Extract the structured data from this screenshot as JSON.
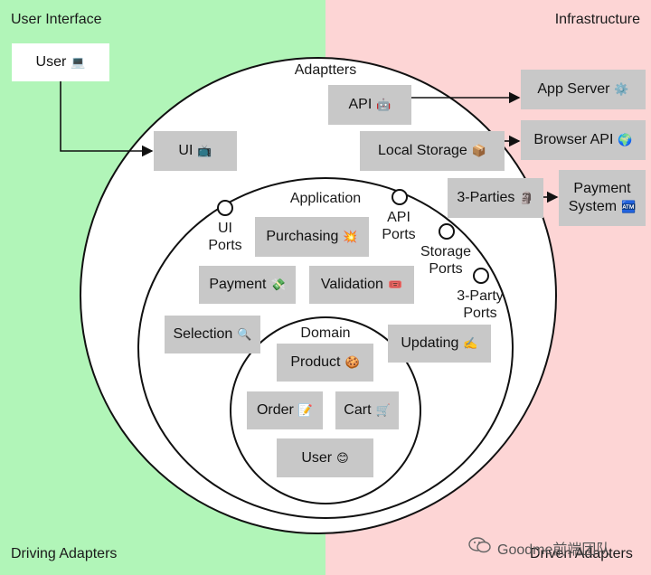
{
  "zones": {
    "user_interface": "User Interface",
    "infrastructure": "Infrastructure",
    "driving_adapters": "Driving Adapters",
    "driven_adapters": "Driven Adapters"
  },
  "rings": {
    "adapters": "Adaptters",
    "application": "Application",
    "domain": "Domain"
  },
  "ports": {
    "ui": "UI\nPorts",
    "api": "API\nPorts",
    "storage": "Storage\nPorts",
    "third_party": "3-Party\nPorts"
  },
  "external": {
    "user": {
      "label": "User",
      "emoji": "💻"
    },
    "app_server": {
      "label": "App Server",
      "emoji": "⚙️"
    },
    "browser_api": {
      "label": "Browser API",
      "emoji": "🌍"
    },
    "payment_system": {
      "line1": "Payment",
      "line2": "System",
      "emoji": "🏧"
    }
  },
  "adapters": {
    "api": {
      "label": "API",
      "emoji": "🤖"
    },
    "ui": {
      "label": "UI",
      "emoji": "📺"
    },
    "local_storage": {
      "label": "Local Storage",
      "emoji": "📦"
    },
    "third_parties": {
      "label": "3-Parties",
      "emoji": "🗿"
    }
  },
  "application": {
    "purchasing": {
      "label": "Purchasing",
      "emoji": "💥"
    },
    "payment": {
      "label": "Payment",
      "emoji": "💸"
    },
    "validation": {
      "label": "Validation",
      "emoji": "🎟️"
    },
    "selection": {
      "label": "Selection",
      "emoji": "🔍"
    },
    "updating": {
      "label": "Updating",
      "emoji": "✍️"
    }
  },
  "domain": {
    "product": {
      "label": "Product",
      "emoji": "🍪"
    },
    "order": {
      "label": "Order",
      "emoji": "📝"
    },
    "cart": {
      "label": "Cart",
      "emoji": "🛒"
    },
    "user": {
      "label": "User",
      "emoji": "😊"
    }
  },
  "watermark": "Goodme前端团队",
  "colors": {
    "driving_zone": "#b1f5b8",
    "driven_zone": "#fdd5d5",
    "box": "#c8c8c8"
  }
}
